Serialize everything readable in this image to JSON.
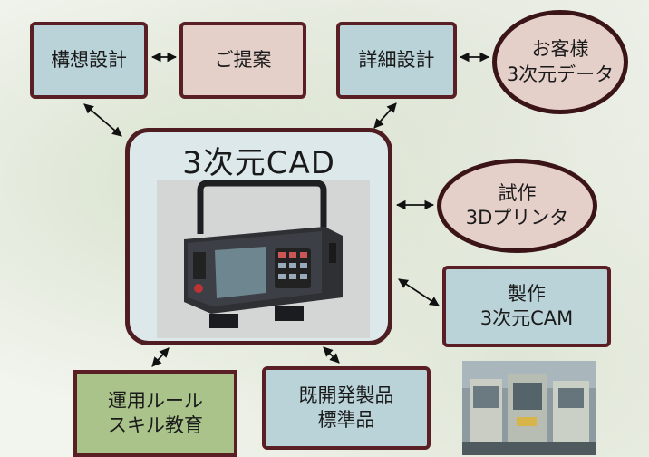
{
  "nodes": {
    "concept_design": "構想設計",
    "proposal": "ご提案",
    "detail_design": "詳細設計",
    "customer_data": [
      "お客様",
      "3次元データ"
    ],
    "cad_title": "3次元CAD",
    "prototype": [
      "試作",
      "3Dプリンタ"
    ],
    "manufacturing": [
      "製作",
      "3次元CAM"
    ],
    "operation": [
      "運用ルール",
      "スキル教育"
    ],
    "products": [
      "既開発製品",
      "標準品"
    ]
  },
  "colors": {
    "box_blue": "#b9d3d8",
    "box_pink": "#e4cfc9",
    "box_green": "#a9c38a",
    "border": "#5a1f24",
    "arrow": "#111111"
  },
  "icons": {
    "device": "handheld-instrument-render",
    "factory": "factory-machines-photo"
  }
}
